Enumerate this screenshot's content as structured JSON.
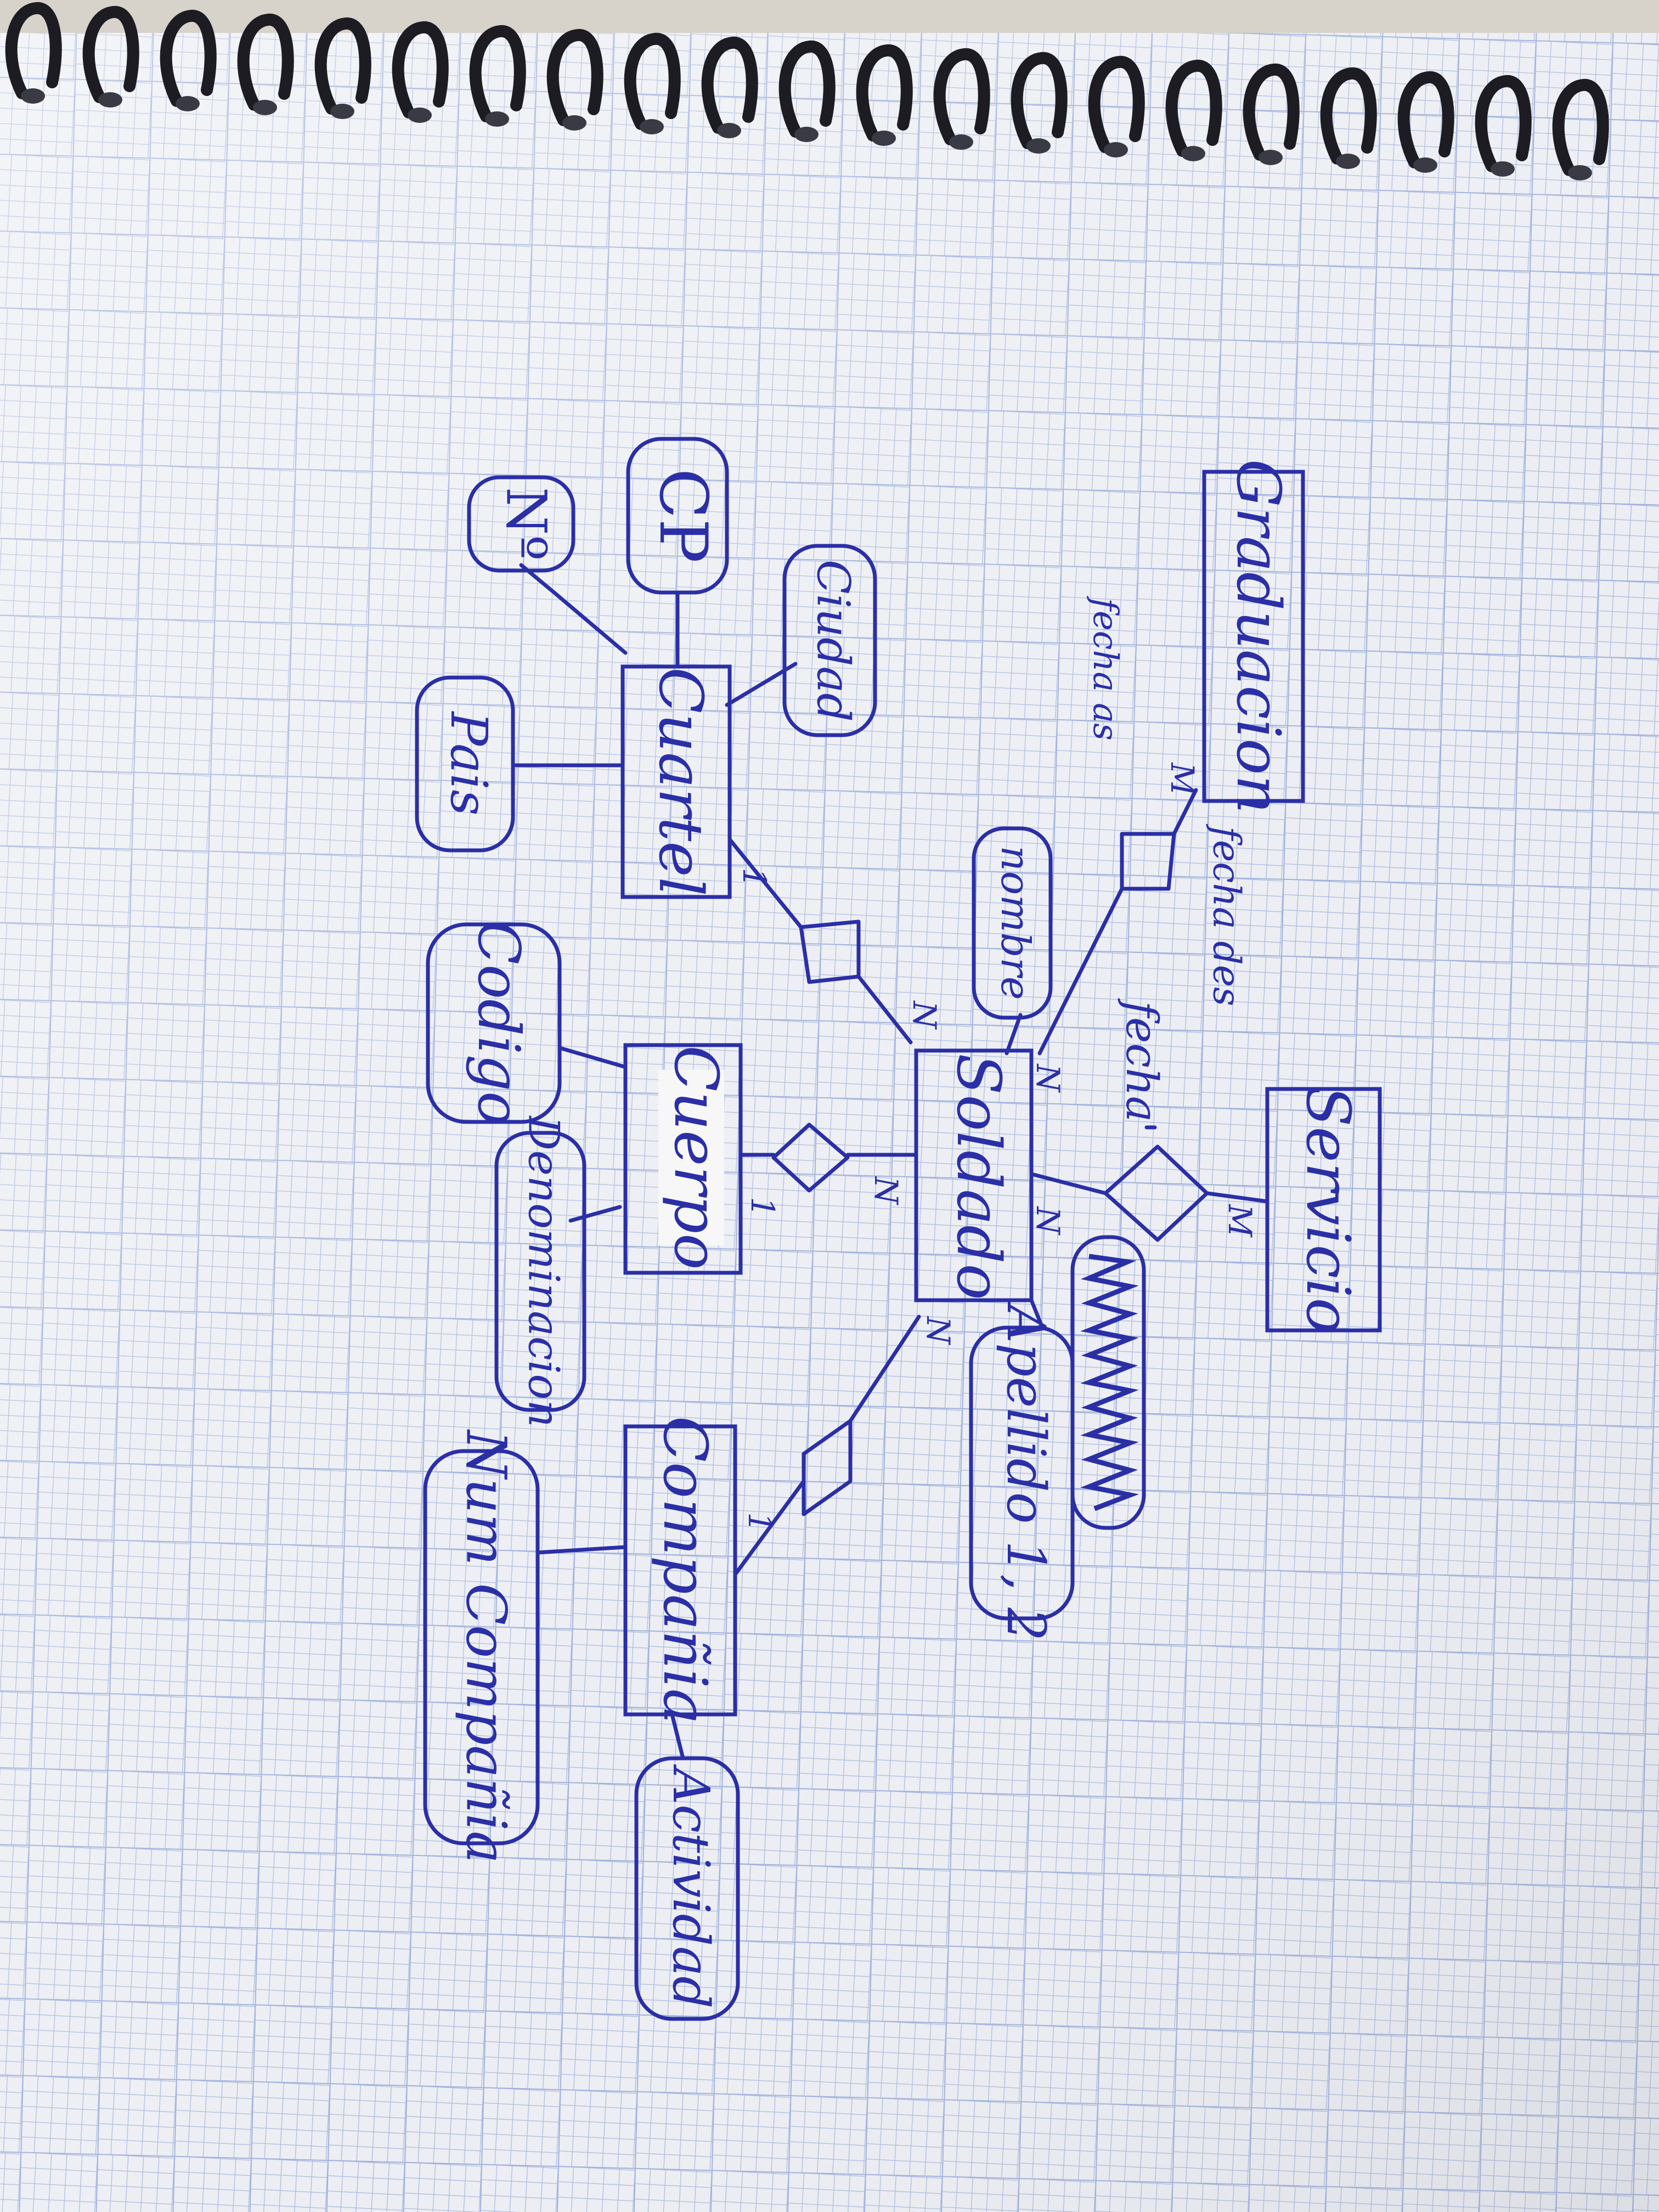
{
  "colors": {
    "ink": "#2b2fa6",
    "paper": "#eceef3",
    "grid": "#a7b7dd",
    "spiral": "#1c1c22",
    "backdrop": "#d9d4cc"
  },
  "entities": {
    "graduacion": "Graduacion",
    "cuartel": "Cuartel",
    "cuerpo": "Cuerpo",
    "soldado": "Soldado",
    "compania": "Compañia",
    "servicio": "Servicio"
  },
  "attributes": {
    "numero": "Nº",
    "cp": "CP",
    "ciudad": "Ciudad",
    "pais": "Pais",
    "nombre": "nombre",
    "codigo": "Codigo",
    "denominacion": "Denominacion",
    "apellidos": "Apellido 1, 2",
    "num_compania": "Num Compañia",
    "actividad": "Actividad"
  },
  "annotations": {
    "fecha_as": "fecha as",
    "fecha_des": "fecha des",
    "fecha": "fecha"
  },
  "cardinalities": {
    "graduacion_m": "M",
    "soldado_graduacion_n": "N",
    "cuartel_1": "1",
    "soldado_cuartel_n": "N",
    "cuerpo_1": "1",
    "soldado_cuerpo_n": "N",
    "soldado_servicio_n": "N",
    "servicio_m": "M",
    "soldado_compania_n": "N",
    "compania_1": "1"
  }
}
